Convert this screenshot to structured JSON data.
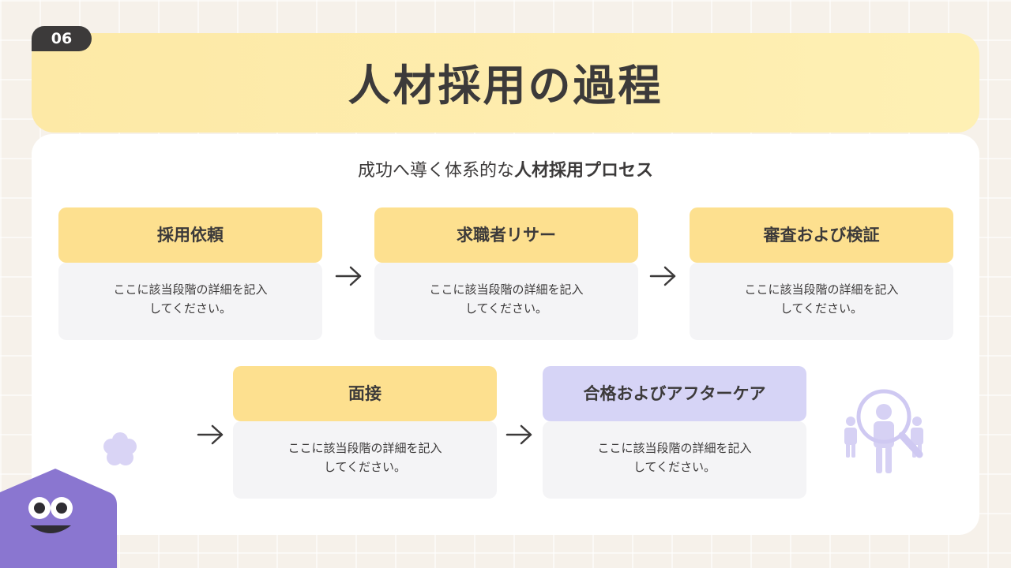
{
  "page_number": "06",
  "title": "人材採用の過程",
  "subtitle": {
    "regular": "成功へ導く体系的な",
    "bold": "人材採用プロセス"
  },
  "steps": [
    {
      "title": "採用依頼",
      "desc_line1": "ここに該当段階の詳細を記入",
      "desc_line2": "してください。"
    },
    {
      "title": "求職者リサー",
      "desc_line1": "ここに該当段階の詳細を記入",
      "desc_line2": "してください。"
    },
    {
      "title": "審査および検証",
      "desc_line1": "ここに該当段階の詳細を記入",
      "desc_line2": "してください。"
    },
    {
      "title": "面接",
      "desc_line1": "ここに該当段階の詳細を記入",
      "desc_line2": "してください。"
    },
    {
      "title": "合格およびアフターケア",
      "desc_line1": "ここに該当段階の詳細を記入",
      "desc_line2": "してください。"
    }
  ],
  "icons": {
    "arrow": "arrow-right-icon",
    "flower": "flower-icon",
    "search": "people-search-icon",
    "mascot": "mascot-icon"
  },
  "colors": {
    "step_header": "#fde08f",
    "final_header": "#d6d4f6",
    "accent_purple": "#8a76d0",
    "text": "#3c3a3a"
  }
}
